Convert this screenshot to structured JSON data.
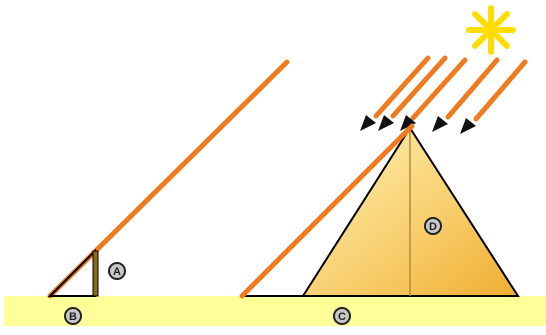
{
  "colors": {
    "background": "#ffffff",
    "ground": "#ffff99",
    "ray": "#f07a1e",
    "sun": "#ffdd00",
    "pyramid_light": "#fff0b0",
    "pyramid_dark": "#f2b53a",
    "stick": "#8a6a1a",
    "marker_fill": "#c8c8c8",
    "marker_stroke": "#222222"
  },
  "icons": {
    "sun": "sun-icon",
    "arrow": "arrow-icon"
  },
  "markers": {
    "stick_height": "A",
    "stick_shadow": "B",
    "pyramid_shadow": "C",
    "pyramid_height": "D"
  }
}
